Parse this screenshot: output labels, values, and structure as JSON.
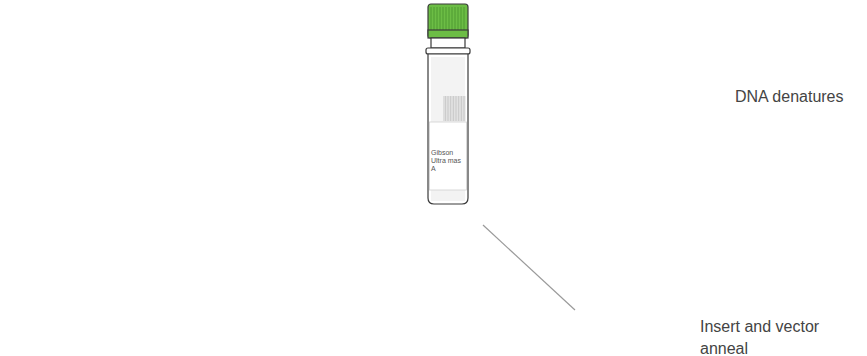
{
  "diagram": {
    "labels": [
      "DNA denatures",
      "Gibson Ultra mas A",
      "Insert and vector anneal"
    ]
  }
}
